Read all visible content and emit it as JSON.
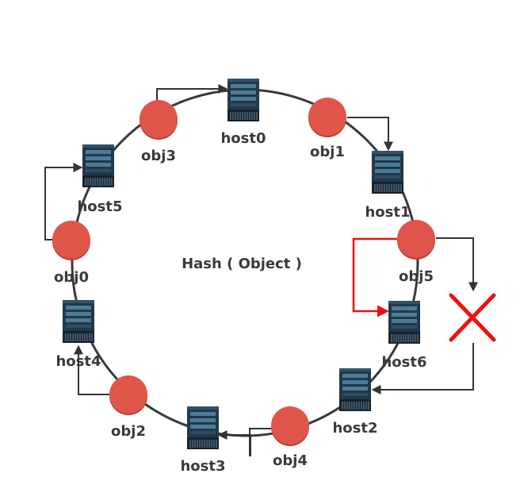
{
  "center_label": "Hash ( Object )",
  "colors": {
    "ring": "#3a3a3a",
    "object_fill": "#e0554a",
    "object_shadow": "#c0392b",
    "server_body": "#22384b",
    "server_dark": "#15232f",
    "server_light": "#4d7b98",
    "arrow": "#333333",
    "failover_arrow": "#e81010",
    "remove_mark": "#ee1111"
  },
  "hosts": [
    {
      "id": "host0",
      "label": "host0",
      "icon": "server-icon"
    },
    {
      "id": "host1",
      "label": "host1",
      "icon": "server-icon"
    },
    {
      "id": "host2",
      "label": "host2",
      "icon": "server-icon"
    },
    {
      "id": "host3",
      "label": "host3",
      "icon": "server-icon"
    },
    {
      "id": "host4",
      "label": "host4",
      "icon": "server-icon"
    },
    {
      "id": "host5",
      "label": "host5",
      "icon": "server-icon"
    },
    {
      "id": "host6",
      "label": "host6",
      "icon": "server-icon"
    }
  ],
  "objects": [
    {
      "id": "obj0",
      "label": "obj0"
    },
    {
      "id": "obj1",
      "label": "obj1"
    },
    {
      "id": "obj2",
      "label": "obj2"
    },
    {
      "id": "obj3",
      "label": "obj3"
    },
    {
      "id": "obj4",
      "label": "obj4"
    },
    {
      "id": "obj5",
      "label": "obj5"
    }
  ],
  "mappings": [
    {
      "from": "obj3",
      "to": "host0"
    },
    {
      "from": "obj1",
      "to": "host1"
    },
    {
      "from": "obj0",
      "to": "host5"
    },
    {
      "from": "obj2",
      "to": "host4"
    },
    {
      "from": "obj4",
      "to": "host3"
    },
    {
      "from": "obj5",
      "to": "host2",
      "status": "removed"
    },
    {
      "from": "obj5",
      "to": "host6",
      "status": "new"
    }
  ],
  "removed_marker_icon": "cross-icon"
}
